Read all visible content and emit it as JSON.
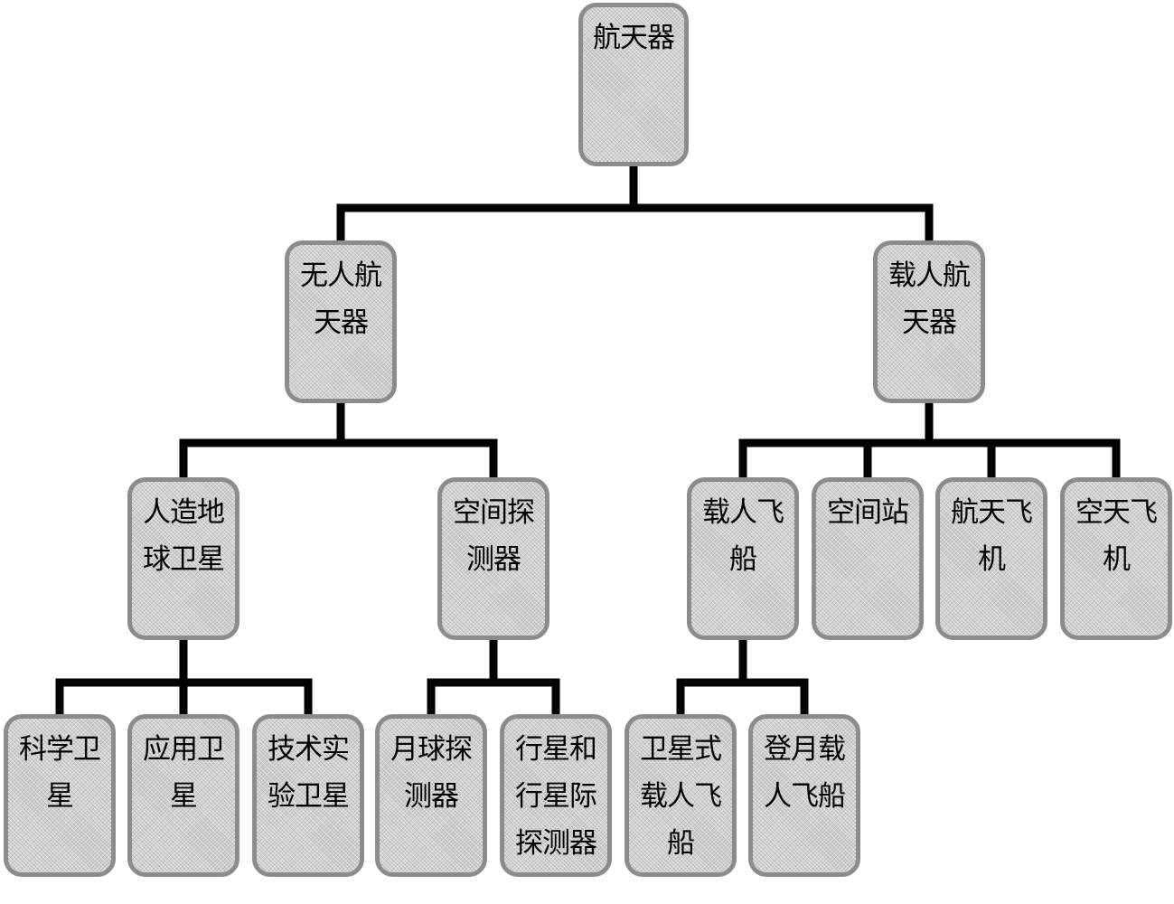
{
  "nodes": {
    "root": "航天器",
    "unmanned": "无人航\n天器",
    "manned": "载人航\n天器",
    "satellite": "人造地\n球卫星",
    "space_probe": "空间探\n测器",
    "manned_ship": "载人飞\n船",
    "space_station": "空间站",
    "space_shuttle": "航天飞\n机",
    "aerospace_plane": "空天飞\n机",
    "science_sat": "科学卫\n星",
    "application_sat": "应用卫\n星",
    "tech_sat": "技术实\n验卫星",
    "lunar_probe": "月球探\n测器",
    "planetary_probe": "行星和\n行星际\n探测器",
    "orbital_ship": "卫星式\n载人飞\n船",
    "lunar_ship": "登月载\n人飞船"
  },
  "colors": {
    "node_fill": "#cfcfcf",
    "node_border": "#8c8c8c",
    "connector": "#000000",
    "text": "#000000"
  }
}
